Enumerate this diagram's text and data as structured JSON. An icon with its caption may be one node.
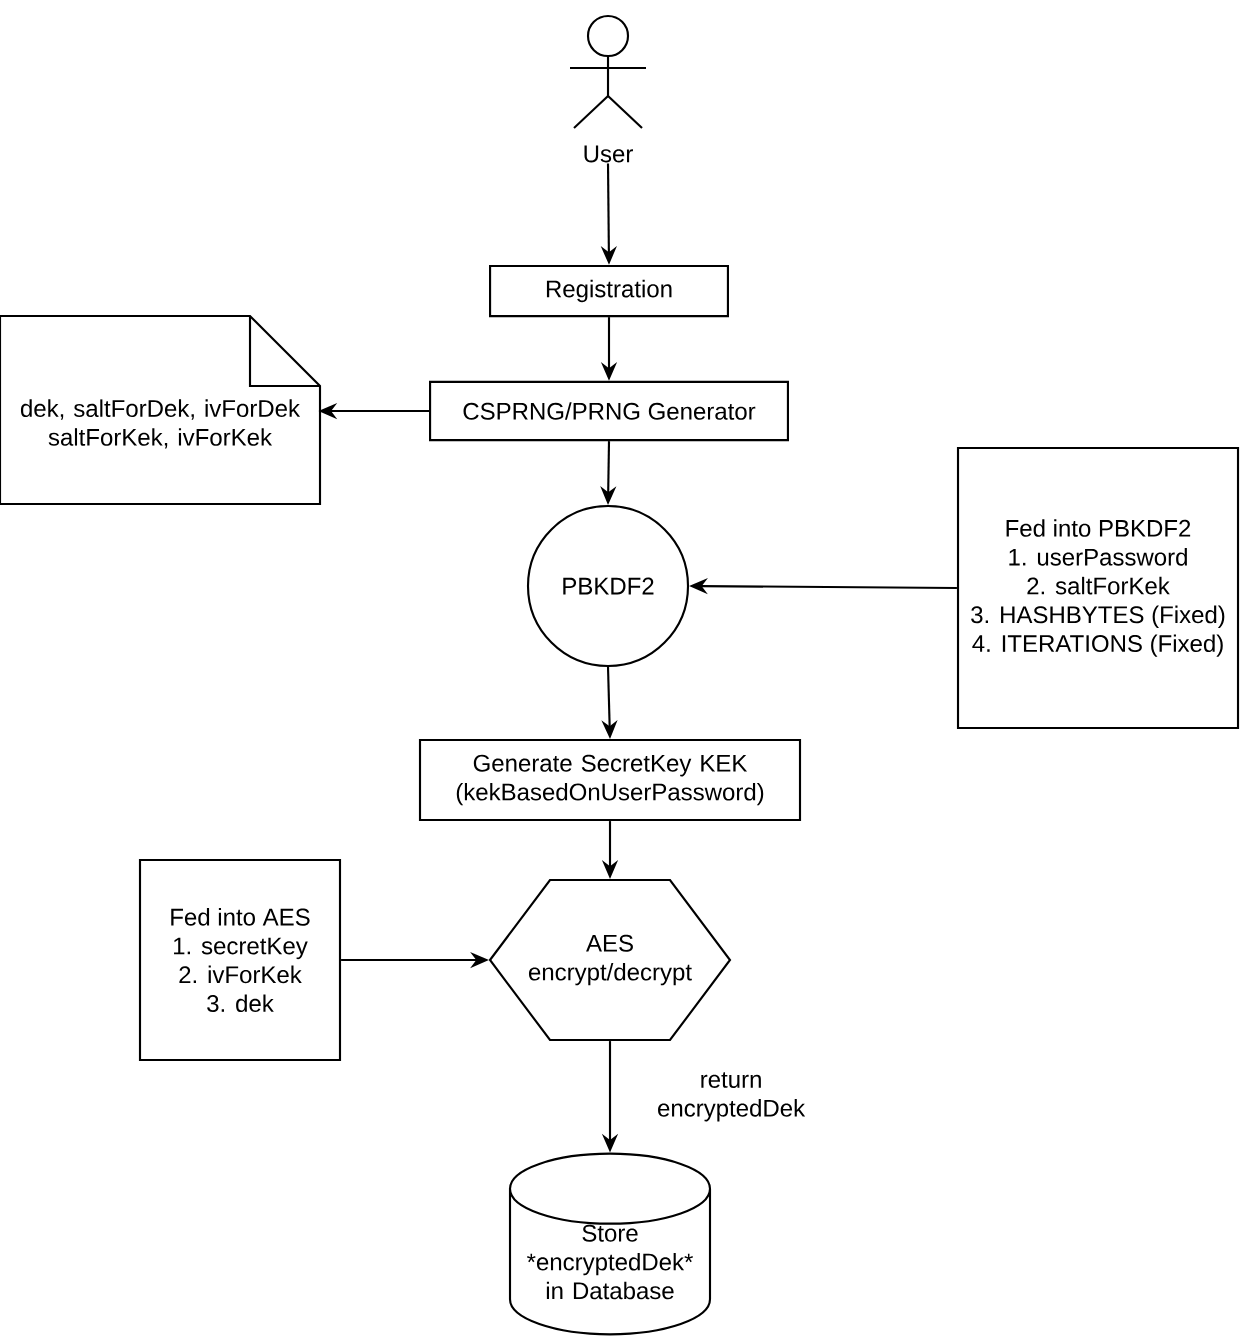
{
  "diagram": {
    "nodes": [
      {
        "text": [
          "User"
        ]
      },
      {
        "text": [
          "Registration"
        ]
      },
      {
        "text": [
          "CSPRNG/PRNG Generator"
        ]
      },
      {
        "text": [
          "dek, saltForDek, ivForDek saltForKek, ivForKek"
        ]
      },
      {
        "text": [
          "PBKDF2"
        ]
      },
      {
        "text": [
          "Fed into PBKDF2",
          "1. userPassword",
          "2. saltForKek",
          "3. HASHBYTES (Fixed)",
          "4. ITERATIONS (Fixed)"
        ]
      },
      {
        "text": [
          "Generate SecretKey KEK (kekBasedOnUserPassword)"
        ]
      },
      {
        "text": [
          "Fed into AES",
          "1. secretKey",
          "2. ivForKek",
          "3. dek"
        ]
      },
      {
        "text": [
          "AES encrypt/decrypt"
        ]
      },
      {
        "text": [
          "Store *encryptedDek* in Database"
        ]
      }
    ],
    "edges": [
      {
        "from": 0,
        "to": 1,
        "arrow": "to"
      },
      {
        "from": 1,
        "to": 2,
        "arrow": "to"
      },
      {
        "from": 2,
        "to": 3,
        "arrow": "to"
      },
      {
        "from": 2,
        "to": 4,
        "arrow": "to"
      },
      {
        "from": 5,
        "to": 4,
        "arrow": "to"
      },
      {
        "from": 4,
        "to": 6,
        "arrow": "to"
      },
      {
        "from": 6,
        "to": 8,
        "arrow": "to"
      },
      {
        "from": 7,
        "to": 8,
        "arrow": "to"
      },
      {
        "from": 8,
        "to": 9,
        "arrow": "to",
        "label": "return encryptedDek"
      }
    ]
  }
}
